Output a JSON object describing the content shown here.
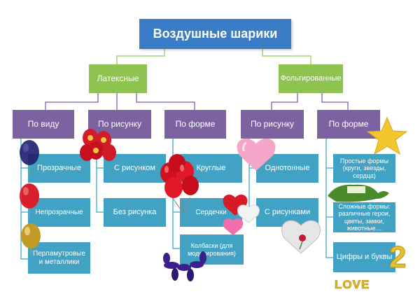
{
  "title": "Воздушные шарики",
  "branches": [
    {
      "label": "Латексные"
    },
    {
      "label": "Фольгированные"
    }
  ],
  "categories": [
    {
      "label": "По виду",
      "items": [
        "Прозрачные",
        "Непрозрачные",
        "Перламутровые и металлики"
      ]
    },
    {
      "label": "По рисунку",
      "items": [
        "С рисунком",
        "Без рисунка"
      ]
    },
    {
      "label": "По форме",
      "items": [
        "Круглые",
        "Сердечки",
        "Колбаски (для моделирования)"
      ]
    },
    {
      "label": "По рисунку",
      "items": [
        "Однотонные",
        "С рисунками"
      ]
    },
    {
      "label": "По форме",
      "items": [
        "Простые формы (круги, звезды, сердца)",
        "Сложные формы: различные герои, цветы, замки, животные…",
        "Цифры и буквы"
      ]
    }
  ],
  "decor": {
    "love_text": "LOVE",
    "digit_text": "2",
    "colors": {
      "root": "#3a7cc5",
      "branch": "#8fc34f",
      "category": "#7d62a2",
      "leaf": "#41a2c4",
      "connector_green": "#a6d17c",
      "connector_purple": "#8d78b2",
      "connector_teal": "#5cb3d1"
    }
  }
}
